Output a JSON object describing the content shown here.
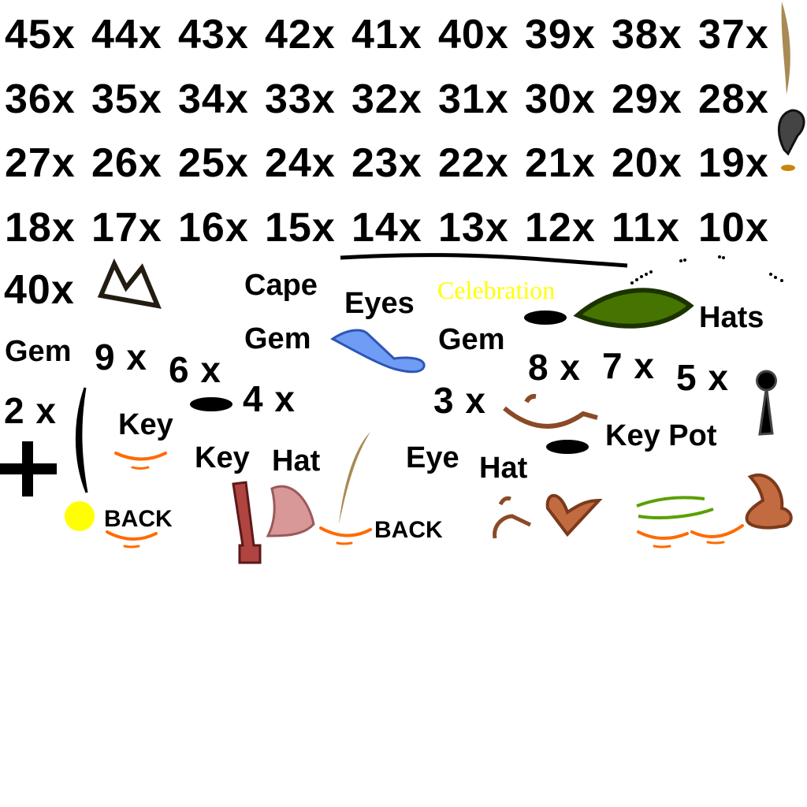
{
  "grid": {
    "row1": [
      "45x",
      "44x",
      "43x",
      "42x",
      "41x",
      "40x",
      "39x",
      "38x",
      "37x"
    ],
    "row2": [
      "36x",
      "35x",
      "34x",
      "33x",
      "32x",
      "31x",
      "30x",
      "29x",
      "28x"
    ],
    "row3": [
      "27x",
      "26x",
      "25x",
      "24x",
      "23x",
      "22x",
      "21x",
      "20x",
      "19x"
    ],
    "row4": [
      "18x",
      "17x",
      "16x",
      "15x",
      "14x",
      "13x",
      "12x",
      "11x",
      "10x"
    ]
  },
  "labels": {
    "x40": "40x",
    "cape": "Cape",
    "eyes": "Eyes",
    "celebration": "Celebration",
    "hats": "Hats",
    "gem1": "Gem",
    "x9": "9 x",
    "x6": "6 x",
    "gem2": "Gem",
    "gem3": "Gem",
    "x8": "8 x",
    "x7": "7 x",
    "x5": "5 x",
    "x2": "2 x",
    "x4": "4 x",
    "x3": "3 x",
    "key1": "Key",
    "key2": "Key",
    "hat1": "Hat",
    "eye": "Eye",
    "hat2": "Hat",
    "keypot": "Key Pot",
    "back1": "BACK",
    "back2": "BACK"
  },
  "colors": {
    "celebration": "#ffff00",
    "orange": "#ff6a00",
    "brown": "#8b4a26",
    "green": "#457500",
    "blue": "#6f9cf5"
  }
}
